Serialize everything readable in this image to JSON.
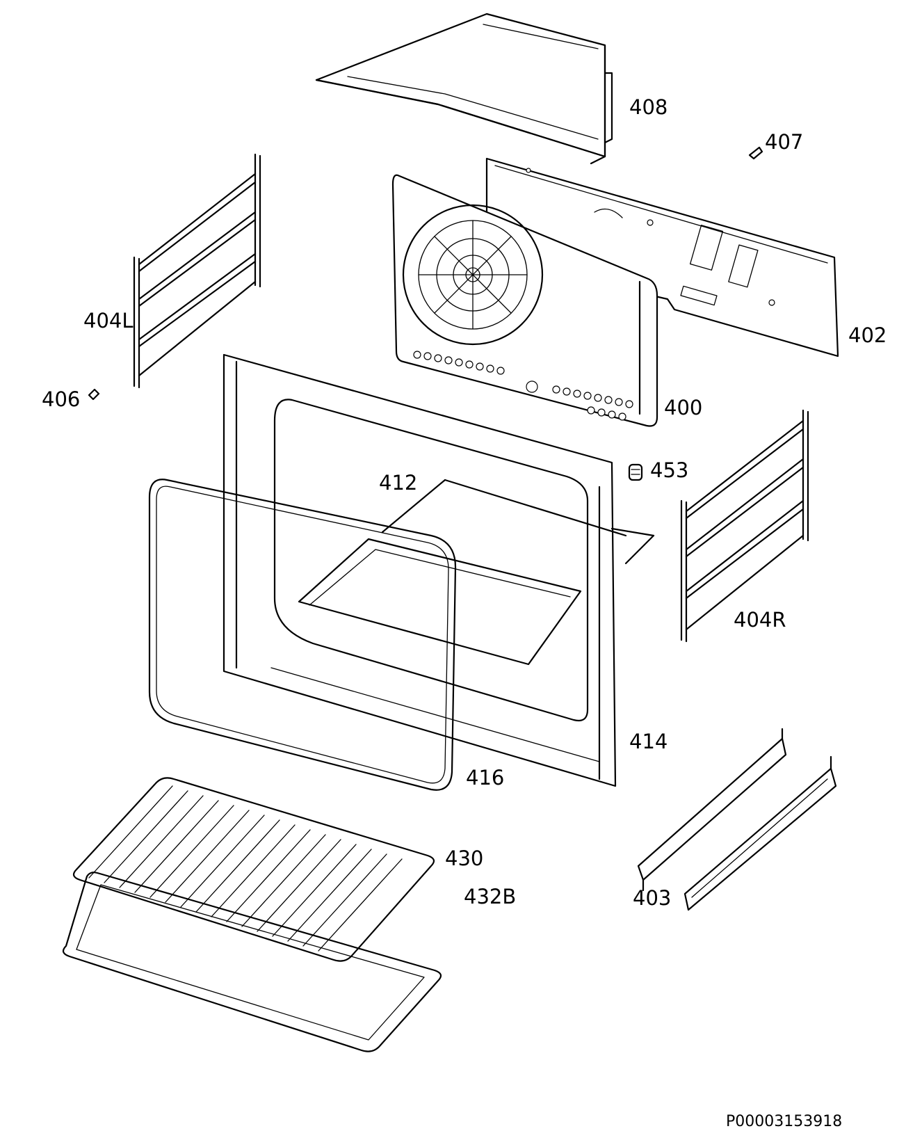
{
  "diagram": {
    "labels": {
      "p408": "408",
      "p407": "407",
      "p402": "402",
      "p404L": "404L",
      "p406": "406",
      "p400": "400",
      "p453": "453",
      "p412": "412",
      "p404R": "404R",
      "p414": "414",
      "p416": "416",
      "p430": "430",
      "p432B": "432B",
      "p403": "403"
    },
    "document_id": "P00003153918"
  }
}
